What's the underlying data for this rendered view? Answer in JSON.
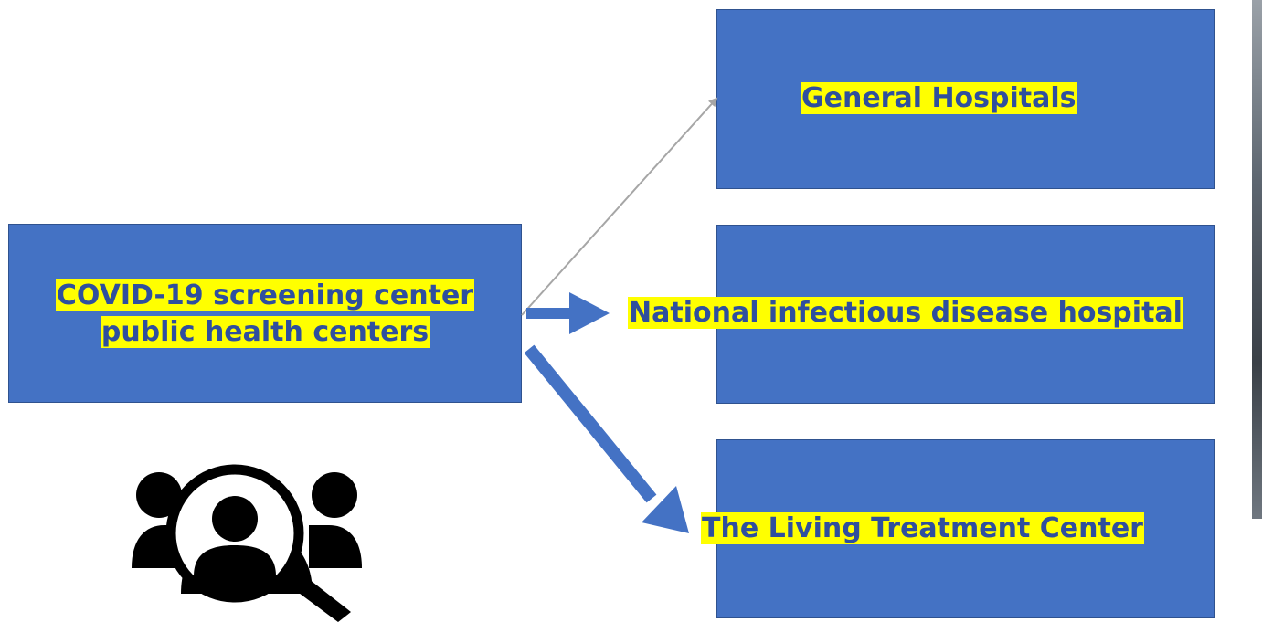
{
  "diagram": {
    "source": {
      "line1": "COVID-19 screening center",
      "line2": "public health centers"
    },
    "targets": {
      "general": "General Hospitals",
      "national": "National infectious disease hospital",
      "living": "The Living Treatment Center"
    },
    "icon": "people-search-icon",
    "colors": {
      "box_fill": "#4472c4",
      "box_border": "#2f528f",
      "text": "#2f4f9e",
      "highlight": "#ffff00",
      "thin_arrow": "#a6a6a6",
      "thick_arrow": "#4472c4",
      "icon": "#000000"
    }
  }
}
